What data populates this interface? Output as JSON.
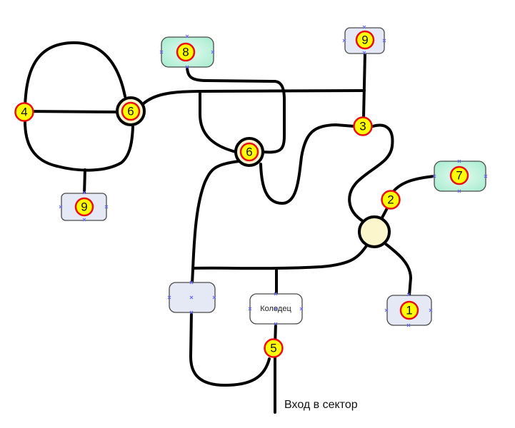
{
  "diagram": {
    "title": "Схема сектора",
    "colors": {
      "pipe": "#000000",
      "badge_fill": "#ffff00",
      "badge_stroke": "#e81010",
      "hub_fill": "#fbf6cc",
      "box_blue": "#e4e9f5",
      "box_green": "#b8f0d8",
      "port_marker": "#6a6ae8"
    },
    "nodes": {
      "node_4": {
        "label": "4",
        "kind": "junction"
      },
      "hub_6_left": {
        "label": "6",
        "kind": "hub"
      },
      "hub_6_center": {
        "label": "6",
        "kind": "hub"
      },
      "hub_plain": {
        "label": "",
        "kind": "hub"
      },
      "node_3": {
        "label": "3",
        "kind": "junction"
      },
      "node_2": {
        "label": "2",
        "kind": "junction"
      },
      "node_5": {
        "label": "5",
        "kind": "junction"
      },
      "box_8": {
        "label": "8",
        "kind": "green-box"
      },
      "box_9_top": {
        "label": "9",
        "kind": "blue-box"
      },
      "box_9_left": {
        "label": "9",
        "kind": "blue-box"
      },
      "box_7": {
        "label": "7",
        "kind": "green-box"
      },
      "box_1": {
        "label": "1",
        "kind": "blue-box"
      },
      "box_empty": {
        "label": "",
        "kind": "blue-box"
      },
      "well": {
        "label": "Колодец",
        "kind": "white-box"
      }
    },
    "entry_caption": "Вход в сектор"
  }
}
